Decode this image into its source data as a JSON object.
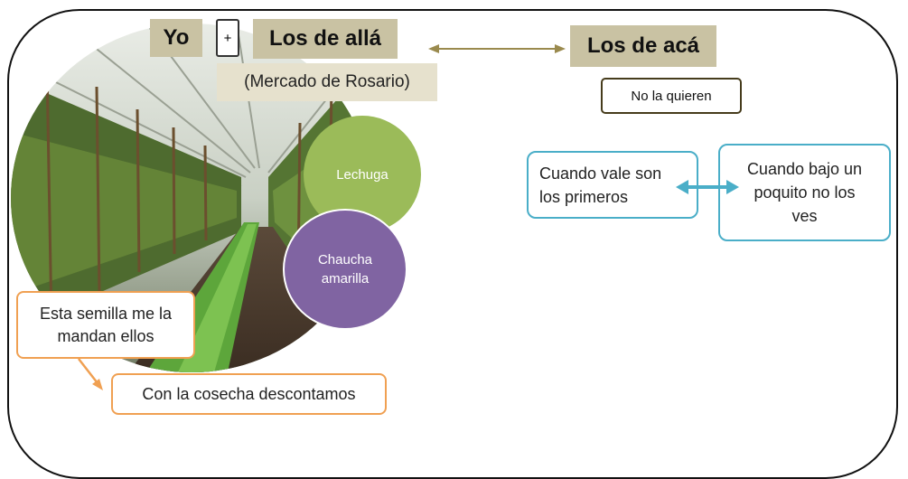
{
  "header": {
    "yo": "Yo",
    "plus": "+",
    "los_de_alla": "Los de allá",
    "mercado": "(Mercado de Rosario)",
    "los_de_aca": "Los de acá"
  },
  "no_la_quieren": "No la quieren",
  "crops": {
    "lechuga": "Lechuga",
    "chaucha_line1": "Chaucha",
    "chaucha_line2": "amarilla"
  },
  "price_notes": {
    "vale_line1": "Cuando vale son",
    "vale_line2": "los primeros",
    "bajo_line1": "Cuando bajo un",
    "bajo_line2": "poquito no los",
    "bajo_line3": "ves"
  },
  "seed_notes": {
    "semilla_line1": "Esta semilla me la",
    "semilla_line2": "mandan ellos",
    "cosecha": "Con la cosecha  descontamos"
  },
  "colors": {
    "tan_box": "#c9c2a3",
    "light_box": "#e6e1cd",
    "lechuga_circle": "#9bbb59",
    "chaucha_circle": "#8064a2",
    "teal_border": "#4aaec8",
    "orange_border": "#f0a052",
    "connector_arrow": "#9a8a4e"
  }
}
